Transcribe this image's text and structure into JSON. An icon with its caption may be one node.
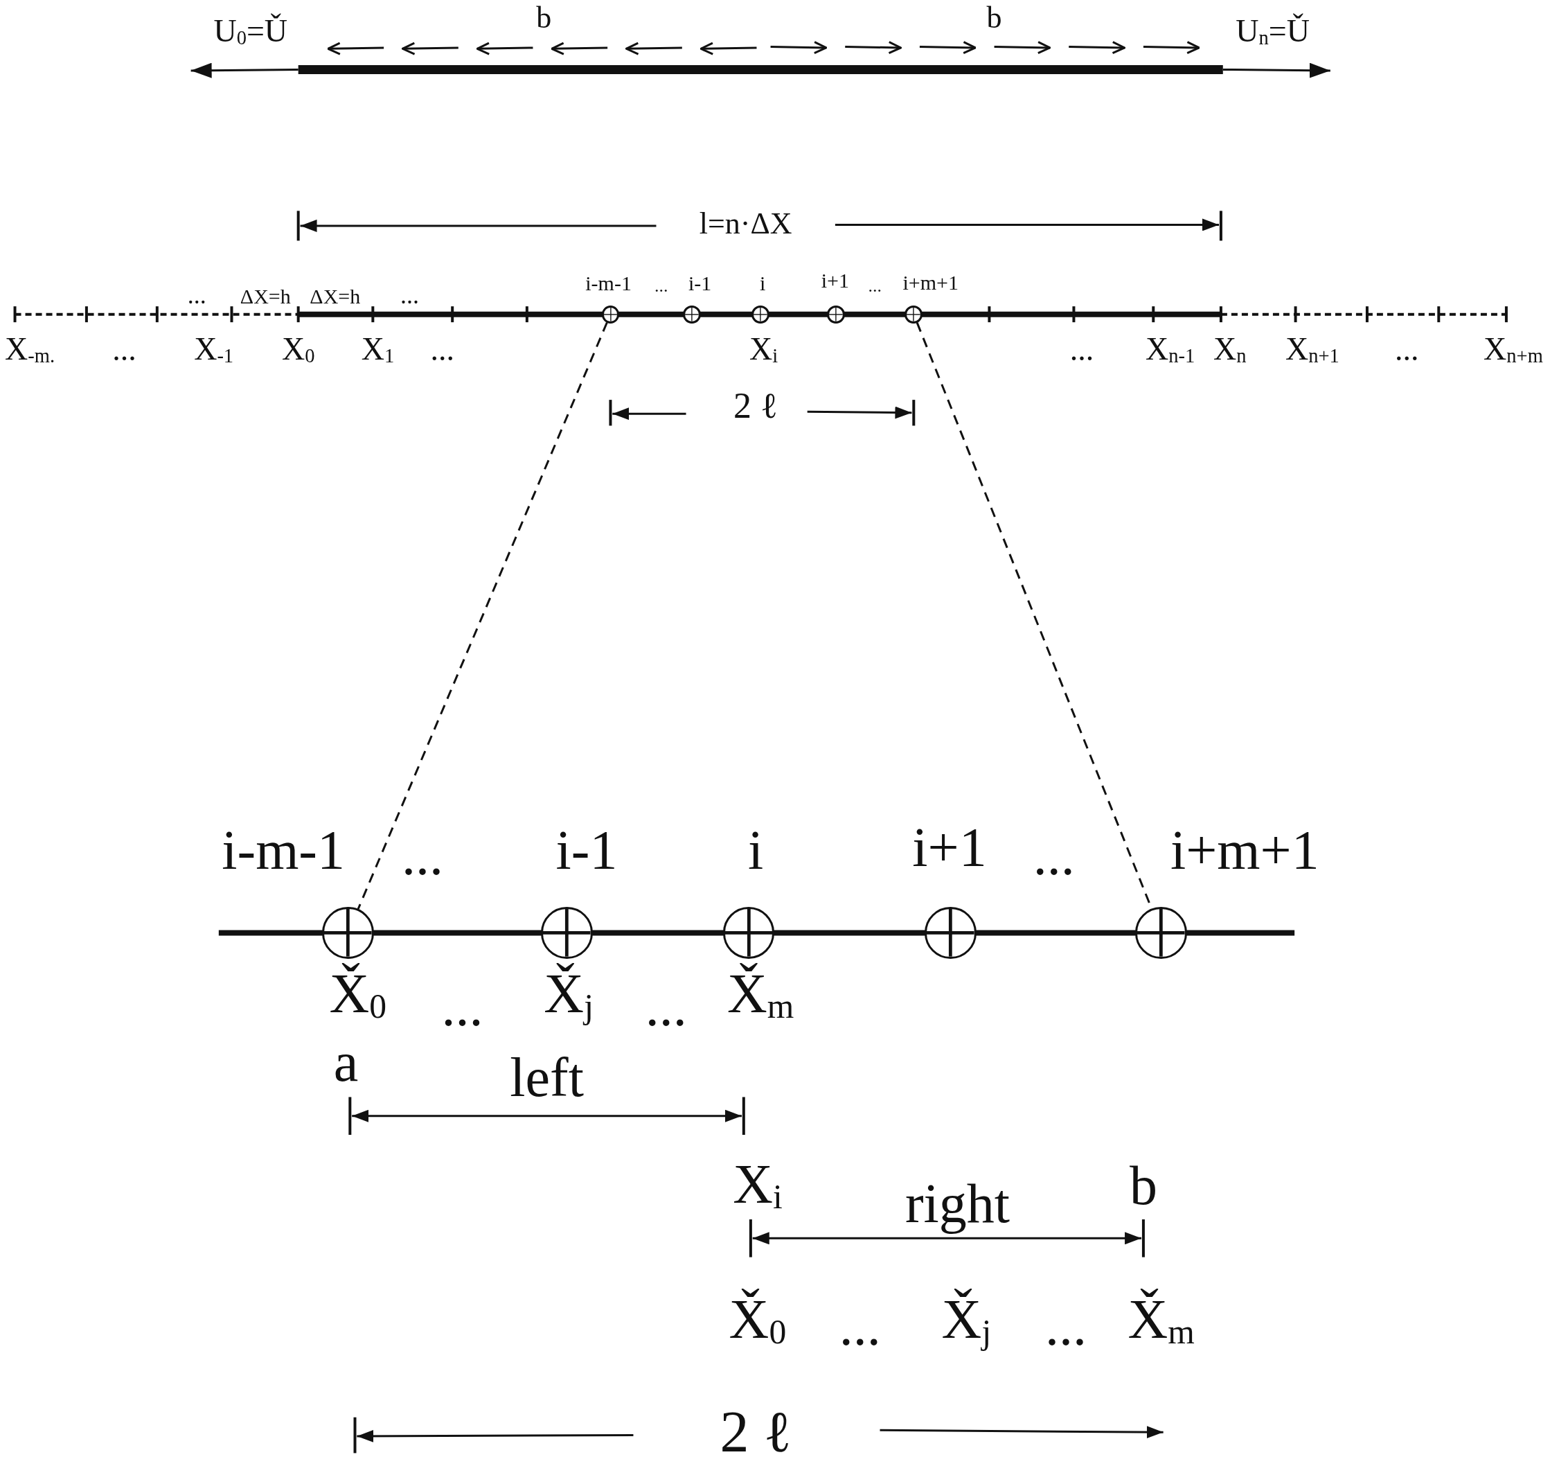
{
  "diagram": {
    "nodes": [
      {
        "text": [],
        "shape": "circle"
      },
      {
        "text": [],
        "shape": "circle"
      },
      {
        "text": [],
        "shape": "circle"
      },
      {
        "text": [],
        "shape": "circle"
      },
      {
        "text": [],
        "shape": "circle"
      },
      {
        "text": [],
        "shape": "circle"
      },
      {
        "text": [],
        "shape": "circle"
      },
      {
        "text": [],
        "shape": "circle"
      },
      {
        "text": [],
        "shape": "circle"
      },
      {
        "text": [],
        "shape": "circle"
      }
    ],
    "edges": [
      {
        "from": 0,
        "to": 5,
        "arrow": "none",
        "style": "dashed"
      },
      {
        "from": 4,
        "to": 9,
        "arrow": "none",
        "style": "dashed"
      }
    ],
    "labels": [
      "U$_{0}$=Ǔ",
      "b",
      "b",
      "U$_{n}$=Ǔ",
      "l=n·ΔX",
      "...",
      "ΔX=h",
      "ΔX=h",
      "...",
      "i-m-1",
      "...",
      "i-1",
      "i",
      "i+1",
      "...",
      "i+m+1",
      "X$_{-m.}$",
      "...",
      "X$_{-1}$",
      "X$_{0}$",
      "X$_{1}$",
      "...",
      "X$_{i}$",
      "...",
      "X$_{n-1}$",
      "X$_{n}$",
      "X$_{n+1}$",
      "...",
      "X$_{n+m}$",
      "2 ℓ",
      "i-m-1",
      "...",
      "i-1",
      "i",
      "i+1",
      "...",
      "i+m+1",
      "X̌$_{0}$",
      "...",
      "X̌$_{j}$",
      "...",
      "X̌$_{m}$",
      "a",
      "left",
      "X$_{i}$",
      "right",
      "b",
      "X̌$_{0}$",
      "...",
      "X̌$_{j}$",
      "...",
      "X̌$_{m}$",
      "2 ℓ"
    ]
  }
}
